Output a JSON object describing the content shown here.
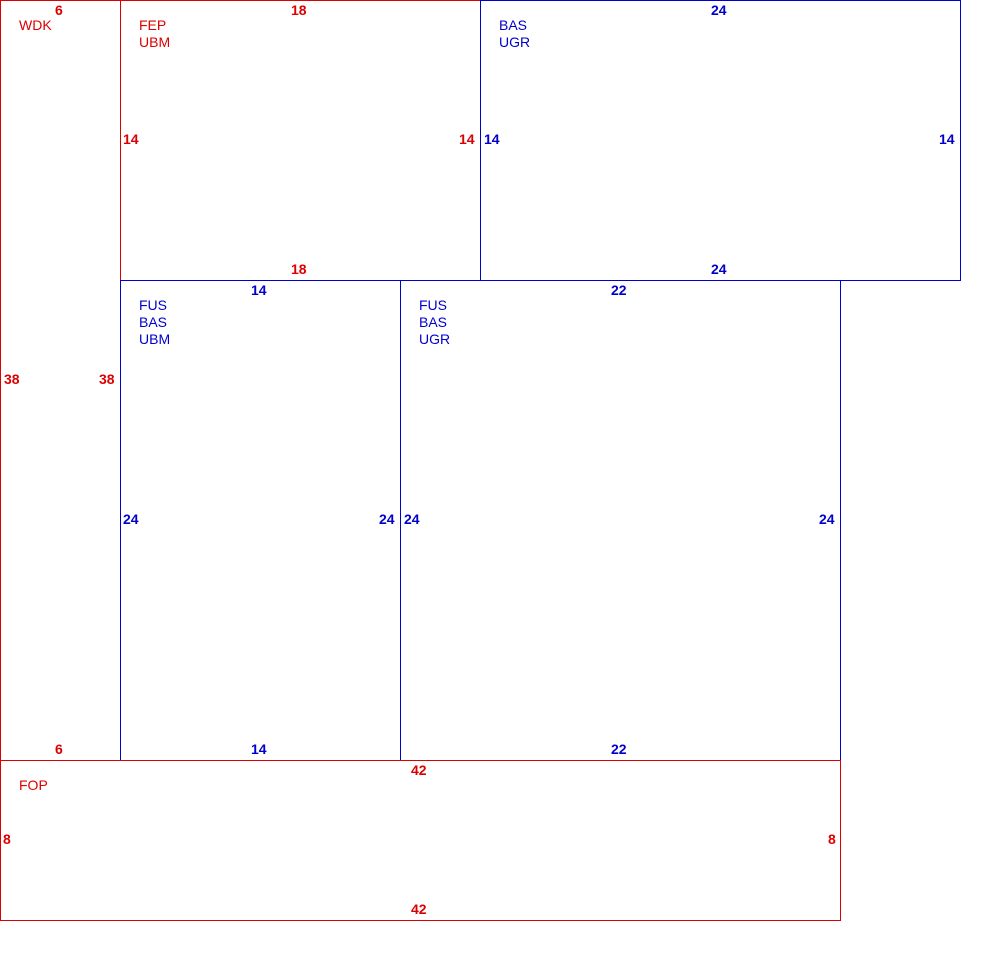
{
  "panels": {
    "wdk": {
      "label": "WDK",
      "top": "6",
      "left": "38",
      "right": "38",
      "bottom": "6"
    },
    "fep": {
      "label": "FEP\nUBM",
      "top": "18",
      "left": "14",
      "right": "14",
      "bottom": "18"
    },
    "bas_top": {
      "label": "BAS\nUGR",
      "top": "24",
      "left": "14",
      "right": "14",
      "bottom": "24"
    },
    "fus_ubm": {
      "label": "FUS\nBAS\nUBM",
      "top": "14",
      "left": "24",
      "right": "24",
      "bottom": "14"
    },
    "fus_ugr": {
      "label": "FUS\nBAS\nUGR",
      "top": "22",
      "left": "24",
      "right": "24",
      "bottom": "22"
    },
    "fop": {
      "label": "FOP",
      "top": "42",
      "left": "8",
      "right": "8",
      "bottom": "42"
    }
  },
  "colors": {
    "red": "#dd0000",
    "blue": "#0000cc"
  }
}
